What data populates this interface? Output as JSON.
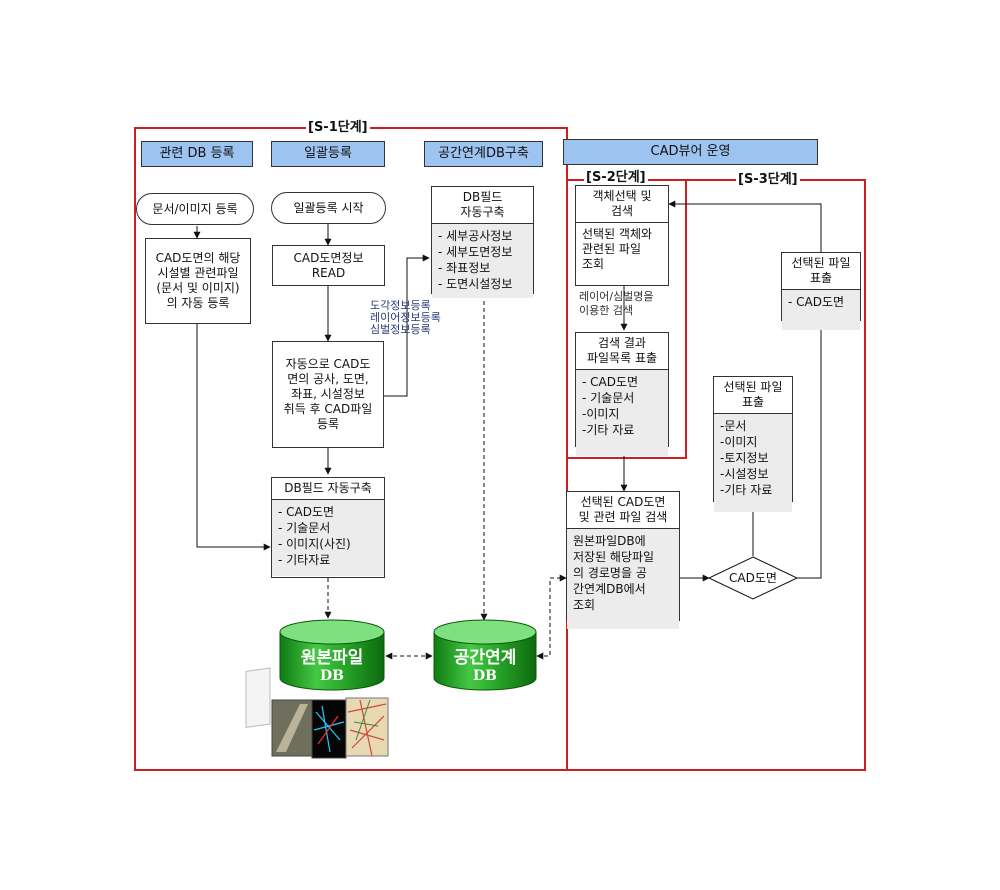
{
  "stages": {
    "s1": "[S-1단계]",
    "s2": "[S-2단계]",
    "s3": "[S-3단계]"
  },
  "headers": {
    "related_db": "관련 DB 등록",
    "batch": "일괄등록",
    "spatial_db_build": "공간연계DB구축",
    "cad_viewer": "CAD뷰어 운영"
  },
  "left_col": {
    "start": "문서/이미지 등록",
    "auto_register": [
      "CAD도면의 해당",
      "시설별 관련파일",
      "(문서 및 이미지)",
      "의 자동 등록"
    ]
  },
  "mid_col": {
    "start": "일괄등록 시작",
    "read": [
      "CAD도면정보",
      "READ"
    ],
    "auto_acquire": [
      "자동으로 CAD도",
      "면의 공사, 도면,",
      "좌표, 시설정보",
      "취득 후 CAD파일",
      "등록"
    ],
    "db_field": {
      "title": "DB필드 자동구축",
      "items": [
        "- CAD도면",
        "- 기술문서",
        "- 이미지(사진)",
        "- 기타자료"
      ]
    }
  },
  "spatial_col": {
    "db_field": {
      "title": [
        "DB필드",
        "자동구축"
      ],
      "items": [
        "- 세부공사정보",
        "- 세부도면정보",
        "- 좌표정보",
        "- 도면시설정보"
      ]
    },
    "notes": [
      "도각정보등록",
      "레이어정보등록",
      "심벌정보등록"
    ]
  },
  "viewer": {
    "select_search": [
      "객체선택 및",
      "검색"
    ],
    "select_query": [
      "선택된 객체와",
      "관련된 파일",
      "조회"
    ],
    "layer_search_note": [
      "레이어/심벌명을",
      "이용한 검색"
    ],
    "result_list": {
      "title": [
        "검색 결과",
        "파일목록 표출"
      ],
      "items": [
        "- CAD도면",
        "- 기술문서",
        "-이미지",
        "-기타 자료"
      ]
    },
    "cad_search": {
      "title": [
        "선택된 CAD도면",
        "및 관련 파일 검색"
      ],
      "body": [
        "원본파일DB에",
        "저장된 해당파일",
        "의 경로명을 공",
        "간연계DB에서",
        "조회"
      ]
    },
    "decision": "CAD도면",
    "file_display_1": {
      "title": [
        "선택된 파일",
        "표출"
      ],
      "items": [
        "-문서",
        "-이미지",
        "-토지정보",
        "-시설정보",
        "-기타 자료"
      ]
    },
    "file_display_2": {
      "title": [
        "선택된 파일",
        "표출"
      ],
      "items": [
        "- CAD도면"
      ]
    }
  },
  "databases": {
    "original": {
      "line1": "원본파일",
      "line2": "DB"
    },
    "spatial": {
      "line1": "공간연계",
      "line2": "DB"
    }
  },
  "colors": {
    "header_fill": "#9dc3f0",
    "stage_border": "#cc1f1f",
    "db_green": "#1f9a1f",
    "list_fill": "#ececec"
  }
}
